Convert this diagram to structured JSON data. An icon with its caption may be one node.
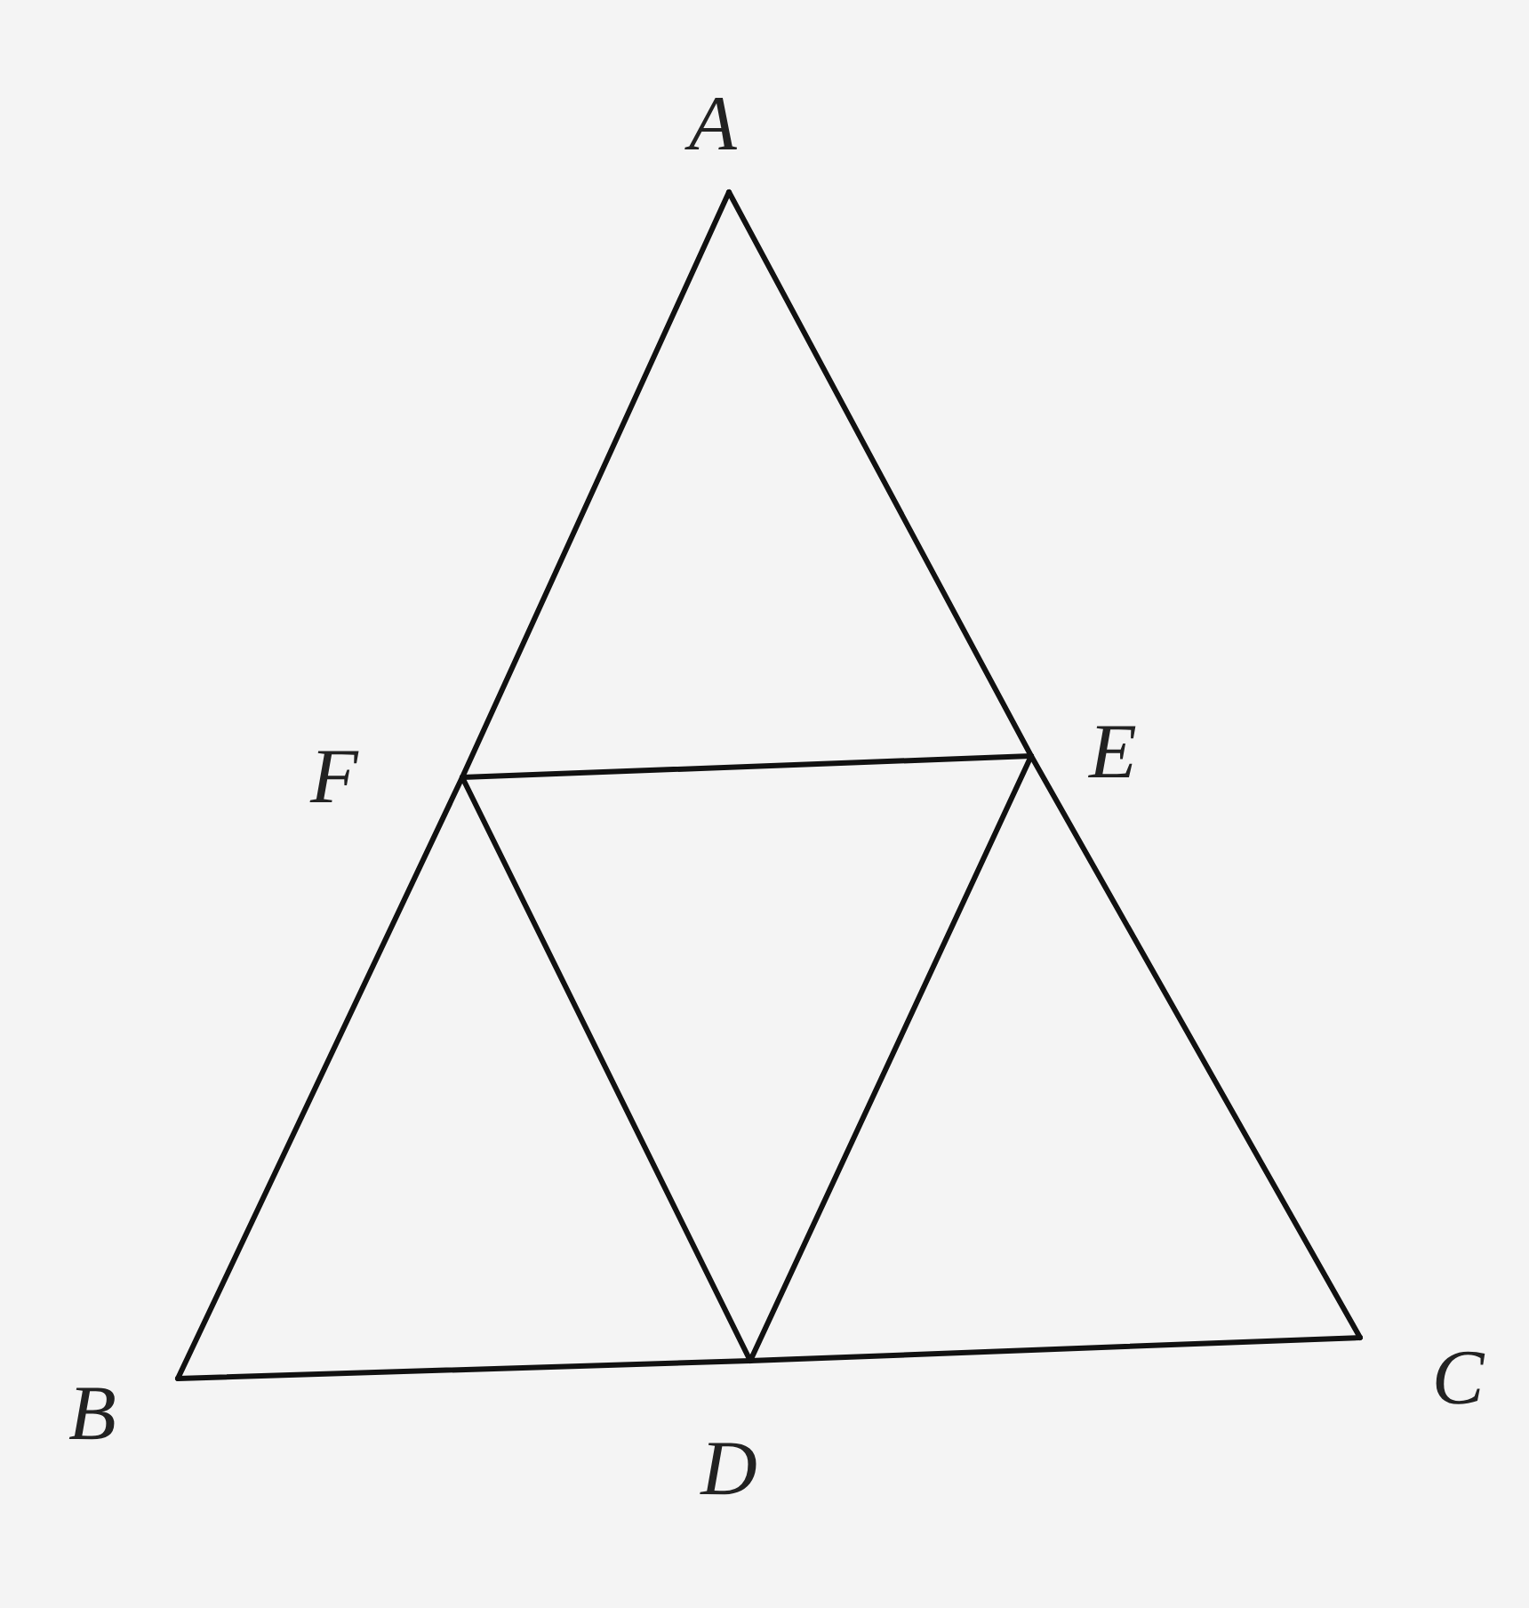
{
  "diagram": {
    "nodes": [
      {
        "text": [
          "A"
        ]
      },
      {
        "text": [
          "F"
        ]
      },
      {
        "text": [
          "E"
        ]
      },
      {
        "text": [
          "B"
        ]
      },
      {
        "text": [
          "D"
        ]
      },
      {
        "text": [
          "C"
        ]
      }
    ],
    "edges": [
      {
        "from": 0,
        "to": 1,
        "arrow": "none"
      },
      {
        "from": 1,
        "to": 3,
        "arrow": "none"
      },
      {
        "from": 3,
        "to": 4,
        "arrow": "none"
      },
      {
        "from": 4,
        "to": 5,
        "arrow": "none"
      },
      {
        "from": 5,
        "to": 2,
        "arrow": "none"
      },
      {
        "from": 2,
        "to": 0,
        "arrow": "none"
      },
      {
        "from": 1,
        "to": 2,
        "arrow": "none"
      },
      {
        "from": 1,
        "to": 4,
        "arrow": "none"
      },
      {
        "from": 4,
        "to": 2,
        "arrow": "none"
      }
    ]
  }
}
